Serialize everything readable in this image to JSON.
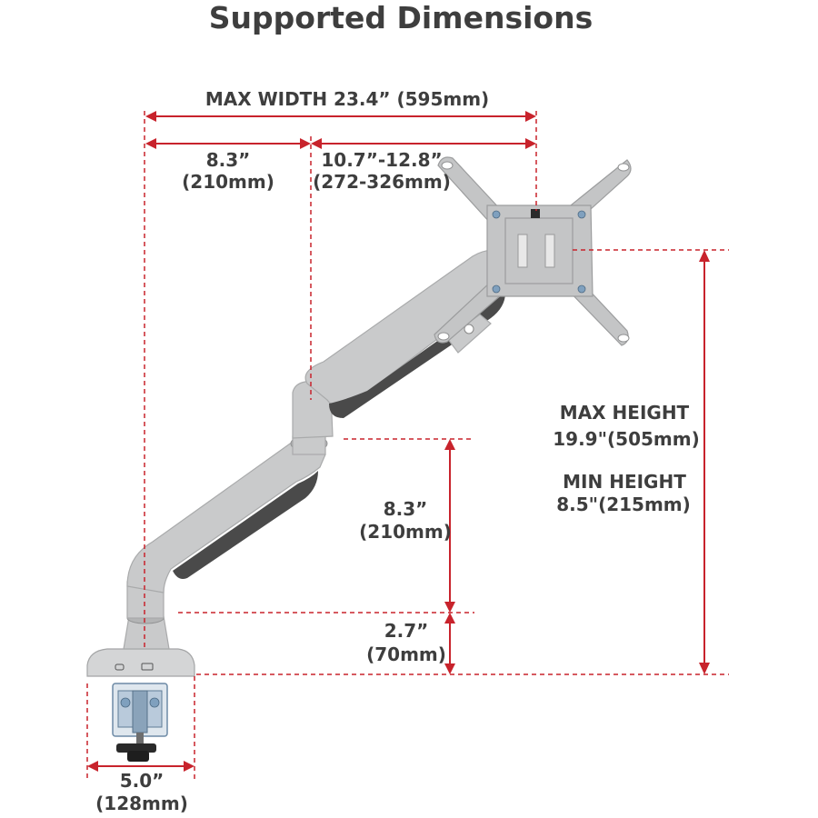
{
  "title": "Supported Dimensions",
  "dimensions": {
    "max_width": "MAX WIDTH 23.4” (595mm)",
    "lower_arm_reach": {
      "inch": "8.3”",
      "mm": "(210mm)"
    },
    "upper_arm_reach": {
      "inch": "10.7”-12.8”",
      "mm": "(272-326mm)"
    },
    "arm_height": {
      "inch": "8.3”",
      "mm": "(210mm)"
    },
    "base_height": {
      "inch": "2.7”",
      "mm": "(70mm)"
    },
    "max_height": {
      "label": "MAX HEIGHT",
      "value": "19.9\"(505mm)"
    },
    "min_height": {
      "label": "MIN HEIGHT",
      "value": "8.5\"(215mm)"
    },
    "clamp_width": {
      "inch": "5.0”",
      "mm": "(128mm)"
    }
  },
  "colors": {
    "dimension_line": "#c8232c",
    "text": "#3e3e3e",
    "arm": "#c9cacb"
  },
  "product": {
    "type": "single monitor gas spring arm with desk clamp and VESA plate"
  }
}
